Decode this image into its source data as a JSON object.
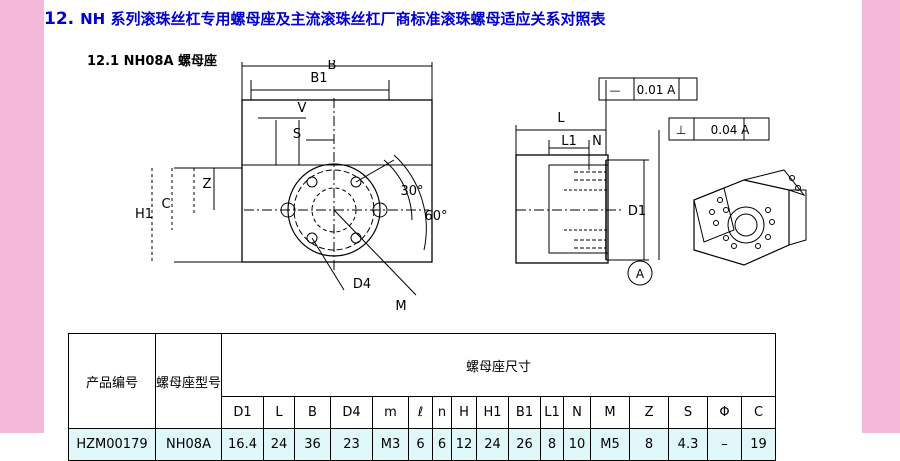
{
  "title": {
    "number": "12.",
    "text": "NH 系列滚珠丝杠专用螺母座及主流滚珠丝杠厂商标准滚珠螺母适应关系对照表"
  },
  "subtitle": "12.1 NH08A 螺母座",
  "drawing_labels": {
    "B": "B",
    "B1": "B1",
    "V": "V",
    "S": "S",
    "H1": "H1",
    "C": "C",
    "Z": "Z",
    "angle30": "30°",
    "angle60": "60°",
    "D4": "D4",
    "M": "M",
    "tol1": "0.01 A",
    "tol2": "0.04 A",
    "L": "L",
    "L1": "L1",
    "N": "N",
    "D1": "D1",
    "datum": "A"
  },
  "table": {
    "col_product": "产品编号",
    "col_nut": "螺母座型号",
    "col_dims": "螺母座尺寸",
    "headers": [
      "D1",
      "L",
      "B",
      "D4",
      "m",
      "ℓ",
      "n",
      "H",
      "H1",
      "B1",
      "L1",
      "N",
      "M",
      "Z",
      "S",
      "Φ",
      "C"
    ],
    "row": {
      "product": "HZM00179",
      "nut": "NH08A",
      "values": [
        "16.4",
        "24",
        "36",
        "23",
        "M3",
        "6",
        "6",
        "12",
        "24",
        "26",
        "8",
        "10",
        "M5",
        "8",
        "4.3",
        "–",
        "19"
      ]
    }
  }
}
